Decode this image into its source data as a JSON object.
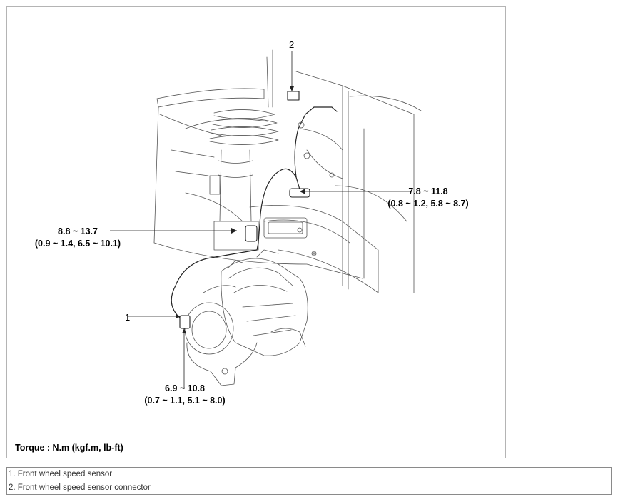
{
  "figure": {
    "callouts": {
      "part_1": "1",
      "part_2": "2",
      "torque_upper_right_line1": "7.8 ~ 11.8",
      "torque_upper_right_line2": "(0.8 ~ 1.2, 5.8 ~ 8.7)",
      "torque_middle_left_line1": "8.8 ~ 13.7",
      "torque_middle_left_line2": "(0.9 ~ 1.4, 6.5 ~ 10.1)",
      "torque_bottom_line1": "6.9 ~ 10.8",
      "torque_bottom_line2": "(0.7 ~ 1.1, 5.1 ~ 8.0)"
    },
    "torque_note": "Torque : N.m (kgf.m, lb-ft)"
  },
  "legend": [
    {
      "text": "1. Front wheel speed sensor"
    },
    {
      "text": "2. Front wheel speed sensor connector"
    }
  ]
}
